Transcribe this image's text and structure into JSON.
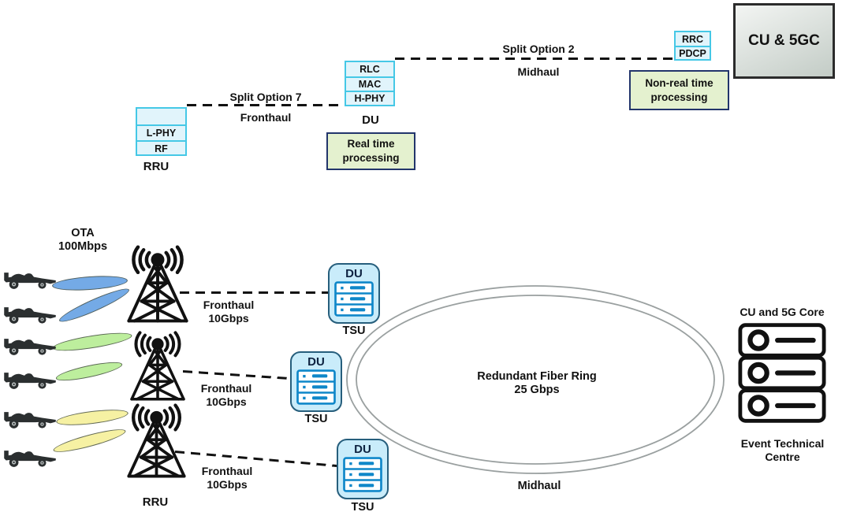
{
  "colors": {
    "ink": "#111111",
    "cyan_border": "#45c8e6",
    "cyan_fill": "#e1f4fb",
    "navy_border": "#22356b",
    "green_fill": "#e4f1cf",
    "gray_border": "#2b2b2b",
    "gray_fill_top": "#f3f5f3",
    "gray_fill_bottom": "#c3ccc6",
    "tsu_border": "#265e7c",
    "tsu_fill": "#c9ecfa",
    "server_blue": "#0f87c9",
    "beam_blue": "#74aae6",
    "beam_green": "#bdee9d",
    "beam_yellow": "#f6f1a3",
    "ring_gray": "#9aa0a0",
    "car_dark": "#2b2f30"
  },
  "top": {
    "rru": {
      "cells": [
        "L-PHY",
        "RF"
      ],
      "label": "RRU"
    },
    "fronthaul_link": {
      "title": "Split Option 7",
      "subtitle": "Fronthaul"
    },
    "du": {
      "cells": [
        "RLC",
        "MAC",
        "H-PHY"
      ],
      "label": "DU"
    },
    "realtime": {
      "line1": "Real time",
      "line2": "processing"
    },
    "midhaul_link": {
      "title": "Split Option 2",
      "subtitle": "Midhaul"
    },
    "cu": {
      "cells": [
        "RRC",
        "PDCP"
      ]
    },
    "nonrealtime": {
      "line1": "Non-real time",
      "line2": "processing"
    },
    "core_box": "CU & 5GC"
  },
  "bottom": {
    "ota": {
      "line1": "OTA",
      "line2": "100Mbps"
    },
    "rru_label": "RRU",
    "links": [
      {
        "line1": "Fronthaul",
        "line2": "10Gbps"
      },
      {
        "line1": "Fronthaul",
        "line2": "10Gbps"
      },
      {
        "line1": "Fronthaul",
        "line2": "10Gbps"
      }
    ],
    "tsu_units": [
      {
        "title": "DU",
        "label": "TSU"
      },
      {
        "title": "DU",
        "label": "TSU"
      },
      {
        "title": "DU",
        "label": "TSU"
      }
    ],
    "ring": {
      "line1": "Redundant Fiber Ring",
      "line2": "25 Gbps",
      "label": "Midhaul"
    },
    "core": {
      "title": "CU and 5G Core",
      "line1": "Event Technical",
      "line2": "Centre"
    }
  }
}
